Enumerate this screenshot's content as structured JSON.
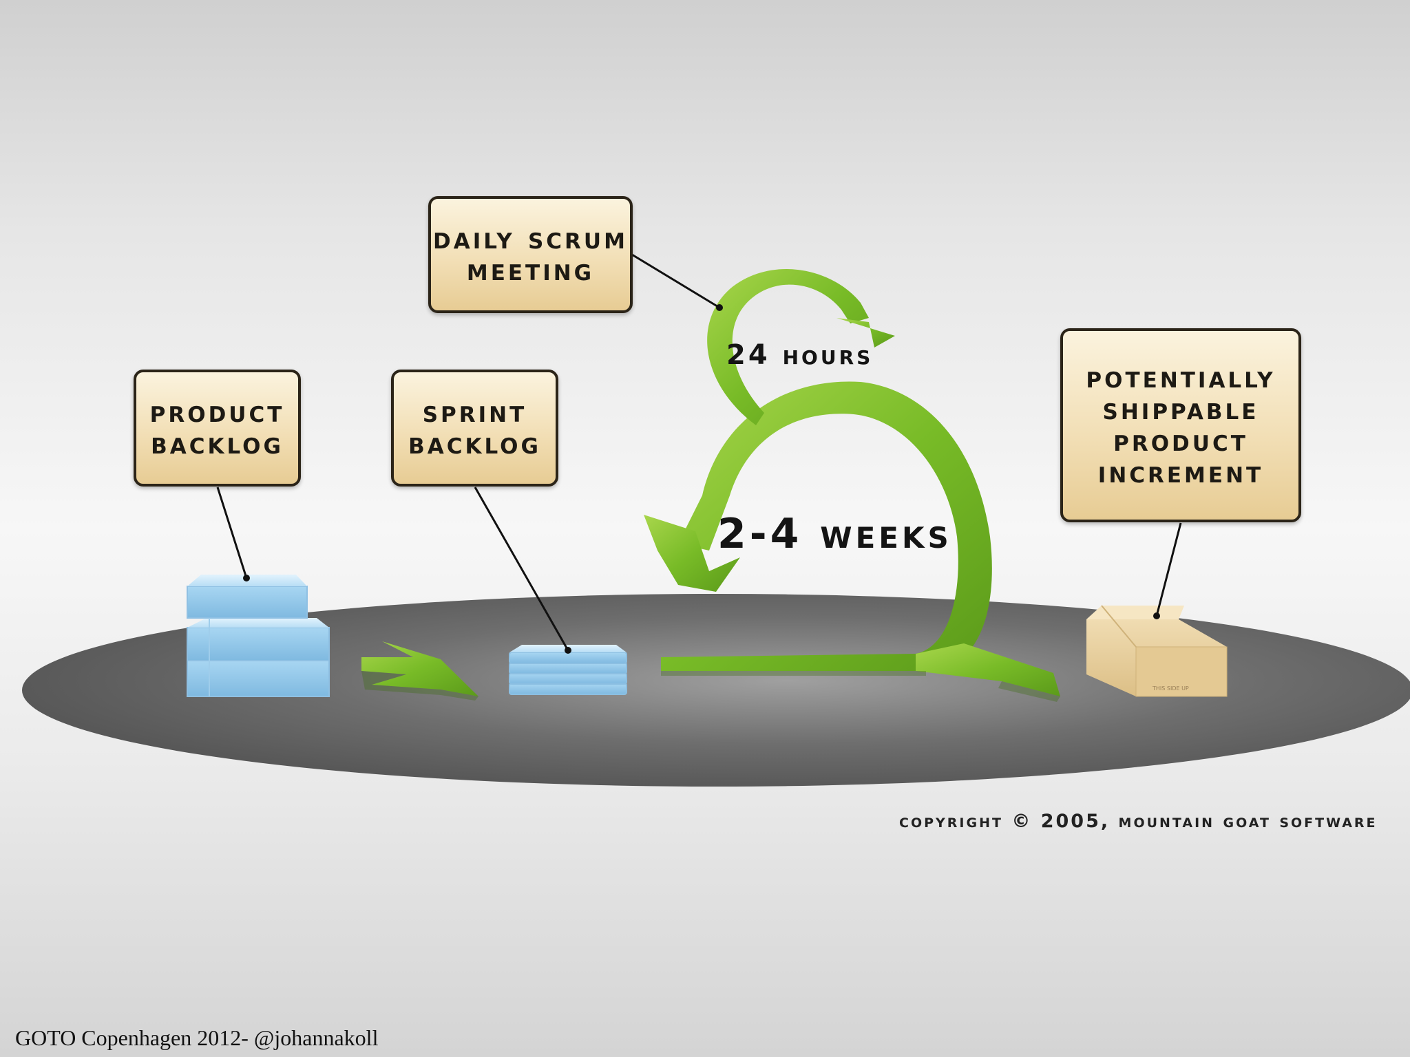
{
  "diagram": {
    "labels": {
      "product_backlog": "Product\nBacklog",
      "sprint_backlog": "Sprint\nBacklog",
      "daily_scrum": "Daily Scrum\nMeeting",
      "hours": "24 Hours",
      "weeks": "2-4 Weeks",
      "increment": "Potentially\nShippable\nProduct\nIncrement"
    },
    "box_stamp": "THIS SIDE UP",
    "copyright": "Copyright © 2005, Mountain Goat Software"
  },
  "footer": "GOTO Copenhagen 2012- @johannakoll",
  "colors": {
    "callout_fill": "#f2dfb6",
    "callout_border": "#2b2418",
    "arrow_green": "#7cbd2c",
    "backlog_blue": "#a6d3ef",
    "platform_gray": "#6a6a6a",
    "package_tan": "#e8cf9e"
  }
}
